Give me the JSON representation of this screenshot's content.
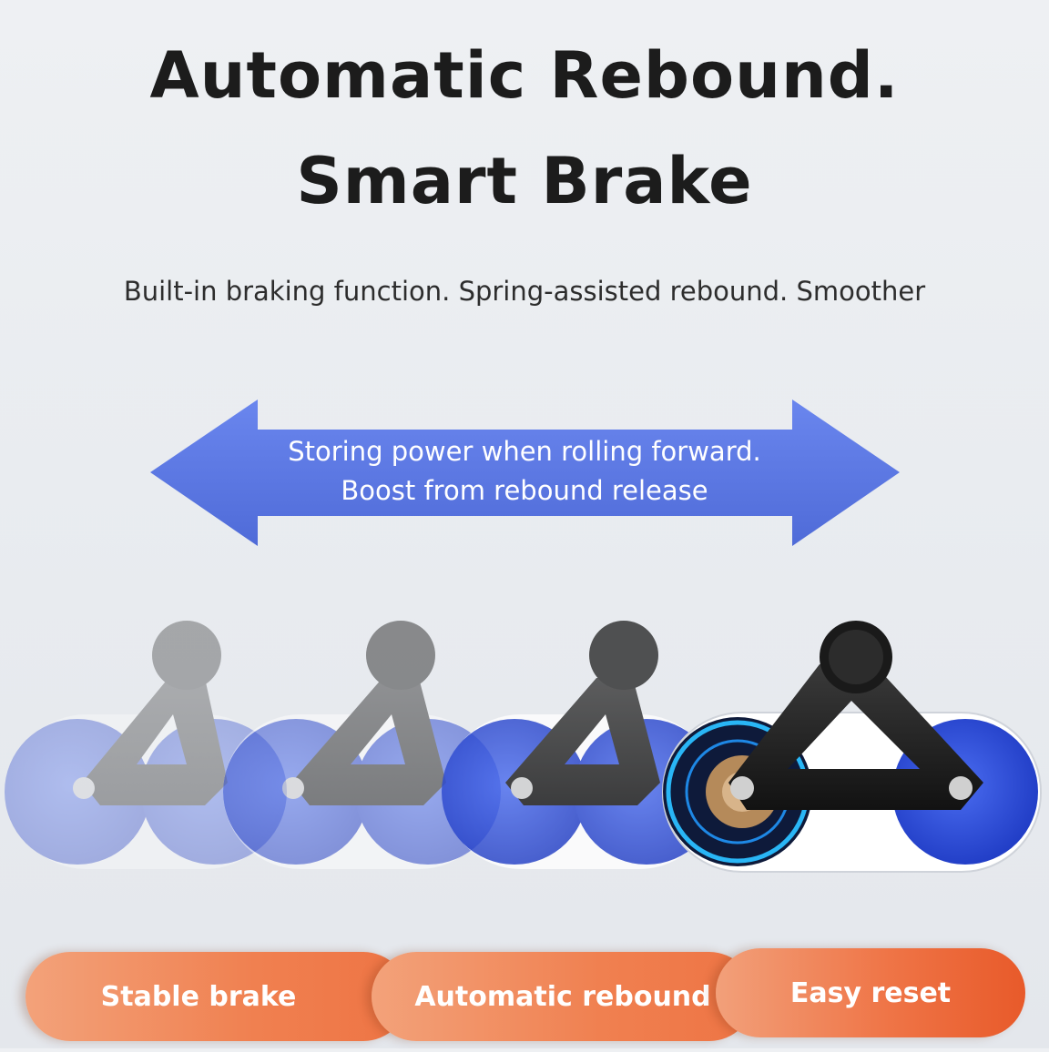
{
  "heading": {
    "line1": "Automatic Rebound.",
    "line2": "Smart Brake"
  },
  "subtitle": "Built-in braking function. Spring-assisted rebound. Smoother",
  "arrow": {
    "line1": "Storing power when rolling forward.",
    "line2": "Boost from rebound release",
    "color": "#5b78e2"
  },
  "features": [
    {
      "label": "Stable brake"
    },
    {
      "label": "Automatic rebound"
    },
    {
      "label": "Easy reset"
    }
  ],
  "colors": {
    "accent_orange": "#ef7547",
    "wheel_blue": "#2f4fd8",
    "frame_black": "#1e1e1e",
    "glow_cyan": "#29b6f6"
  }
}
